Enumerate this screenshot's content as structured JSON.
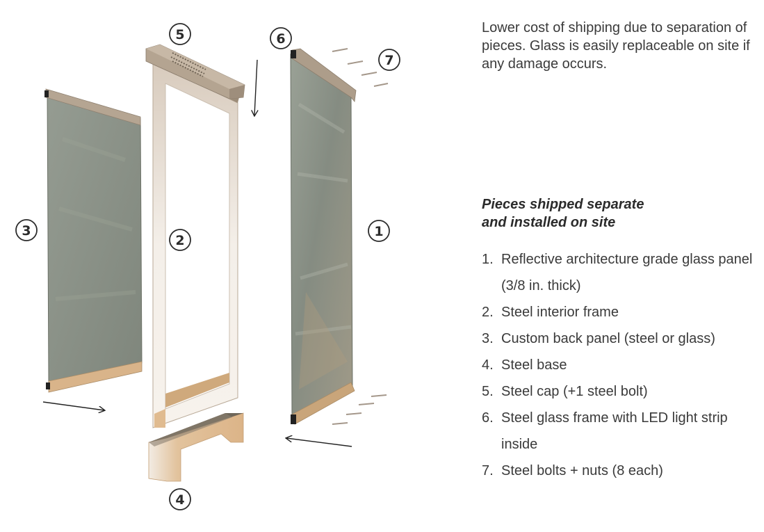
{
  "intro": "Lower cost of shipping due to separation of pieces. Glass is easily replaceable on site if any damage occurs.",
  "subtitle_line1": "Pieces shipped separate",
  "subtitle_line2": "and installed on site",
  "parts": [
    {
      "num": "1.",
      "text": "Reflective architecture grade glass panel (3/8 in. thick)"
    },
    {
      "num": "2.",
      "text": "Steel interior frame"
    },
    {
      "num": "3.",
      "text": "Custom back panel (steel or glass)"
    },
    {
      "num": "4.",
      "text": "Steel base"
    },
    {
      "num": "5.",
      "text": "Steel cap (+1 steel bolt)"
    },
    {
      "num": "6.",
      "text": "Steel glass frame with LED light strip inside"
    },
    {
      "num": "7.",
      "text": "Steel bolts + nuts (8 each)"
    }
  ],
  "callouts": [
    "1",
    "2",
    "3",
    "4",
    "5",
    "6",
    "7"
  ],
  "colors": {
    "glass": "#8f968c",
    "steel": "#b9aa98",
    "steel_top": "#a89885",
    "base_warm": "#d9b48a",
    "frame_light": "#f3ede6",
    "text": "#2b2b2b"
  }
}
